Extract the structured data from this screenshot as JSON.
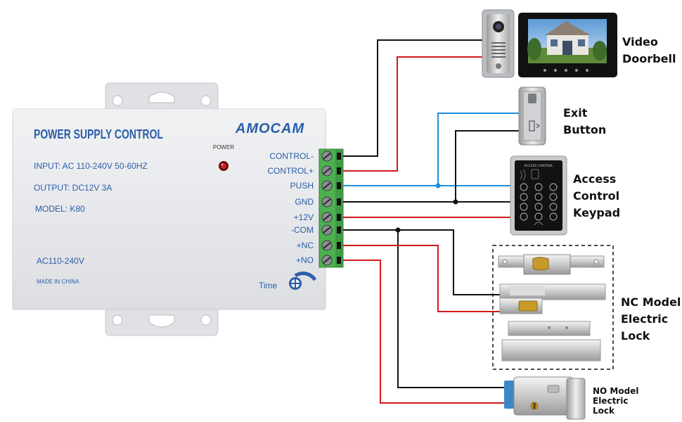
{
  "power_supply": {
    "brand": "AMOCAM",
    "title": "POWER SUPPLY CONTROL",
    "power_led_label": "POWER",
    "input": "INPUT: AC 110-240V 50-60HZ",
    "output": "OUTPUT: DC12V 3A",
    "model": "MODEL: K80",
    "voltage": "AC110-240V",
    "made_in": "MADE IN CHINA",
    "time_label": "Time"
  },
  "terminals": [
    "CONTROL-",
    "CONTROL+",
    "PUSH",
    "GND",
    "+12V",
    "-COM",
    "+NC",
    "+NO"
  ],
  "devices": {
    "video_doorbell": [
      "Video",
      "Doorbell"
    ],
    "exit_button": [
      "Exit",
      "Button"
    ],
    "keypad": [
      "Access",
      "Control",
      "Keypad"
    ],
    "nc_lock": [
      "NC Model",
      "Electric",
      "Lock"
    ],
    "no_lock": [
      "NO Model",
      "Electric",
      "Lock"
    ]
  },
  "colors": {
    "red_wire": "#d41a1a",
    "black_wire": "#111111",
    "blue_wire": "#1e8fe0",
    "terminal_green": "#4cb050",
    "box_body": "#e6e8ec"
  }
}
